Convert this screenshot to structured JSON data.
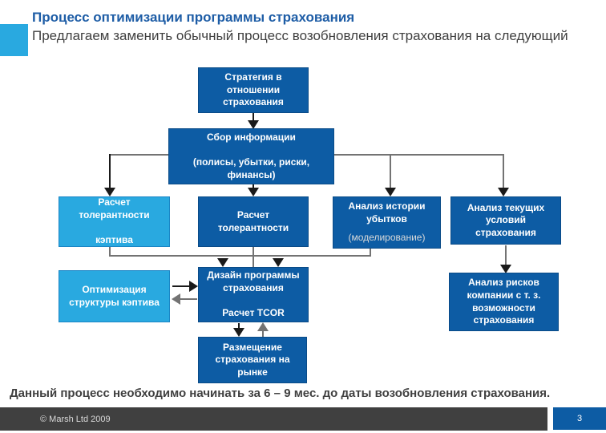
{
  "colors": {
    "accent_light_blue": "#29A9E0",
    "accent_dark_blue": "#0D5CA4",
    "title_blue": "#1E5DA6",
    "body_text_gray": "#404040",
    "footer_bar_gray": "#404040",
    "connector_gray": "#737373",
    "connector_black": "#1A1A1A",
    "box_text_white": "#FFFFFF",
    "box_note_gray": "#D9D9D9"
  },
  "header": {
    "title": "Процесс оптимизации программы страхования",
    "subtitle": "Предлагаем заменить обычный процесс возобновления страхования на следующий"
  },
  "diagram": {
    "boxes": {
      "strategy": {
        "text": "Стратегия в\nотношении\nстрахования"
      },
      "info_gathering": {
        "text": "Сбор информации\n\n(полисы, убытки, риски,\nфинансы)"
      },
      "captive_tolerance": {
        "text": "Расчет\nтолерантности\n\nкэптива"
      },
      "tolerance": {
        "text": "Расчет\nтолерантности"
      },
      "loss_history": {
        "title": "Анализ истории\nубытков",
        "note": "(моделирование)"
      },
      "current_terms": {
        "text": "Анализ текущих\nусловий\nстрахования"
      },
      "captive_optimization": {
        "text": "Оптимизация\nструктуры кэптива"
      },
      "program_design": {
        "text": "Дизайн программы\nстрахования\n\nРасчет TCOR"
      },
      "risk_analysis": {
        "text": "Анализ рисков\nкомпании с т. з.\nвозможности\nстрахования"
      },
      "placement": {
        "text": "Размещение\nстрахования на\nрынке"
      }
    }
  },
  "bottom_note": "Данный процесс необходимо начинать за 6 – 9 мес. до даты возобновления страхования.",
  "footer": {
    "copyright": "© Marsh Ltd 2009",
    "page_number": "3"
  }
}
